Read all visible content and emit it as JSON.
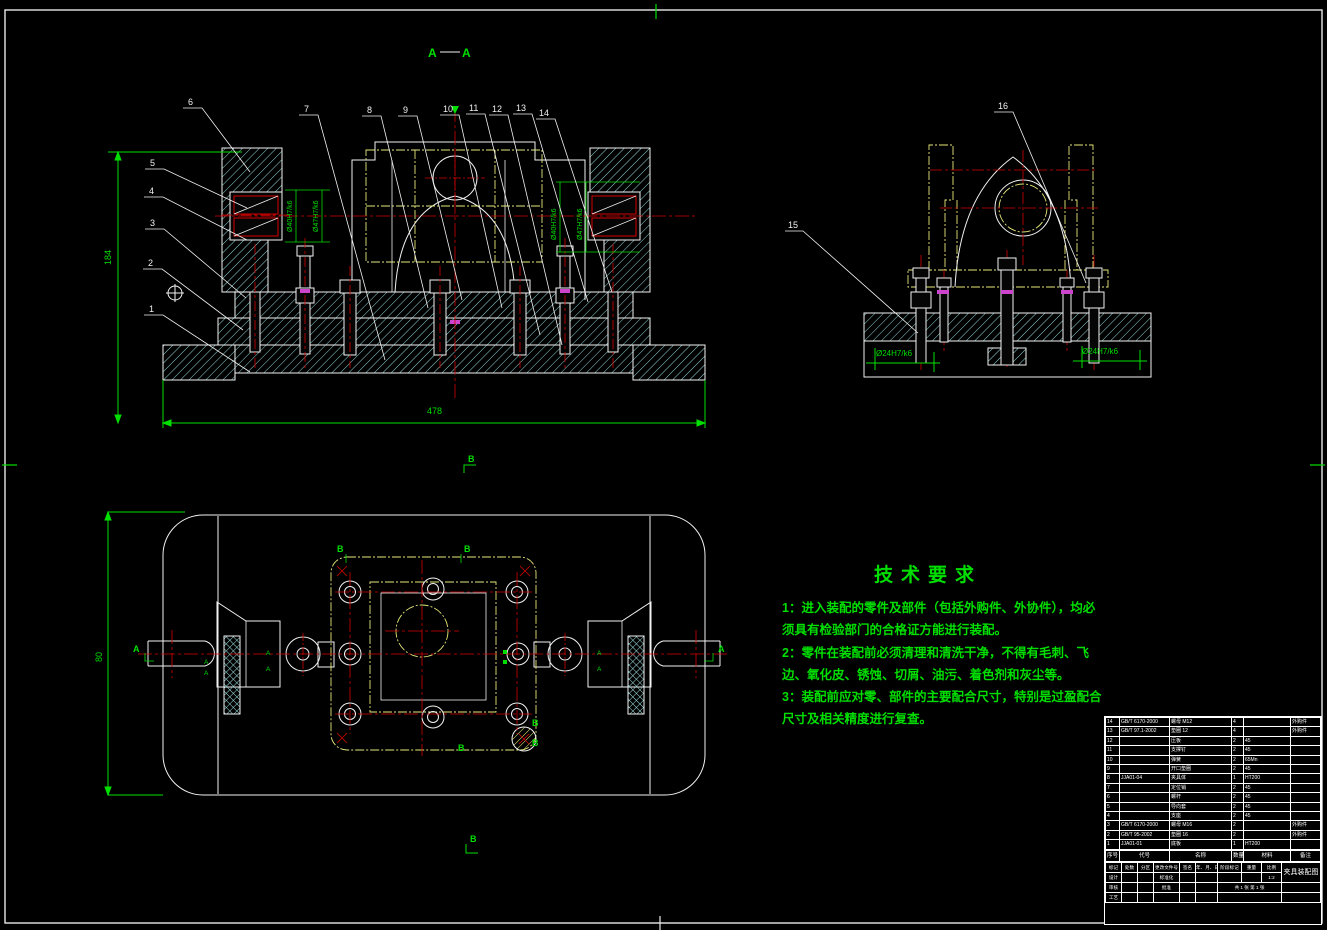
{
  "colors": {
    "green": "#00df00",
    "red": "#d40000",
    "yellow": "#e8e87a",
    "cyan": "#8fd6d6",
    "white": "#f2f2f2",
    "magenta": "#cc44cc"
  },
  "section_view": {
    "label_a1": "A",
    "label_a2": "A",
    "balloons": [
      "1",
      "2",
      "3",
      "4",
      "5",
      "6",
      "7",
      "8",
      "9",
      "10",
      "11",
      "12",
      "13",
      "14"
    ],
    "dim_width": "478",
    "dim_height": "184",
    "fit_l1": "Ø40H7/k6",
    "fit_l2": "Ø47H7/k6",
    "fit_r1": "Ø40H7/k6",
    "fit_r2": "Ø47H7/k6"
  },
  "side_view": {
    "balloons": [
      "15",
      "16"
    ],
    "dim_left": "Ø24H7/k6",
    "dim_right": "Ø24H7/k6"
  },
  "plan_view": {
    "dim_depth": "80",
    "marker_a": "A",
    "marker_b": "B"
  },
  "tech_requirements": {
    "title": "技术要求",
    "lines": [
      "1：进入装配的零件及部件（包括外购件、外协件），均必",
      "须具有检验部门的合格证方能进行装配。",
      "2：零件在装配前必须清理和清洗干净，不得有毛刺、飞",
      "边、氧化皮、锈蚀、切屑、油污、着色剂和灰尘等。",
      "3：装配前应对零、部件的主要配合尺寸，特别是过盈配合",
      "尺寸及相关精度进行复查。"
    ]
  },
  "bom": {
    "headers": [
      "序号",
      "代号",
      "名称",
      "数量",
      "材料",
      "备注"
    ],
    "rows": [
      [
        "14",
        "GB/T 6170-2000",
        "螺母 M12",
        "4",
        "",
        "外购件"
      ],
      [
        "13",
        "GB/T 97.1-2002",
        "垫圈 12",
        "4",
        "",
        "外购件"
      ],
      [
        "12",
        "",
        "压板",
        "2",
        "45",
        ""
      ],
      [
        "11",
        "",
        "支撑钉",
        "2",
        "45",
        ""
      ],
      [
        "10",
        "",
        "弹簧",
        "2",
        "65Mn",
        ""
      ],
      [
        "9",
        "",
        "开口垫圈",
        "2",
        "45",
        ""
      ],
      [
        "8",
        "JJA01-04",
        "夹具体",
        "1",
        "HT200",
        ""
      ],
      [
        "7",
        "",
        "定位销",
        "2",
        "45",
        ""
      ],
      [
        "6",
        "",
        "螺杆",
        "2",
        "45",
        ""
      ],
      [
        "5",
        "",
        "导向套",
        "2",
        "45",
        ""
      ],
      [
        "4",
        "",
        "支座",
        "2",
        "45",
        ""
      ],
      [
        "3",
        "GB/T 6170-2000",
        "螺母 M16",
        "2",
        "",
        "外购件"
      ],
      [
        "2",
        "GB/T 95-2002",
        "垫圈 16",
        "2",
        "",
        "外购件"
      ],
      [
        "1",
        "JJA01-01",
        "底板",
        "1",
        "HT200",
        ""
      ]
    ]
  },
  "titleblock": {
    "rev": [
      "标记",
      "处数",
      "分区",
      "更改文件号",
      "签名",
      "年、月、日"
    ],
    "staff": [
      "设计",
      "审核",
      "工艺"
    ],
    "staff2": [
      "标准化",
      "批准"
    ],
    "stage": "阶段标记",
    "weight": "重量",
    "scale": "比例",
    "scale_v": "1:2",
    "sheet": "共 1 张 第 1 张",
    "title": "夹具装配图"
  }
}
